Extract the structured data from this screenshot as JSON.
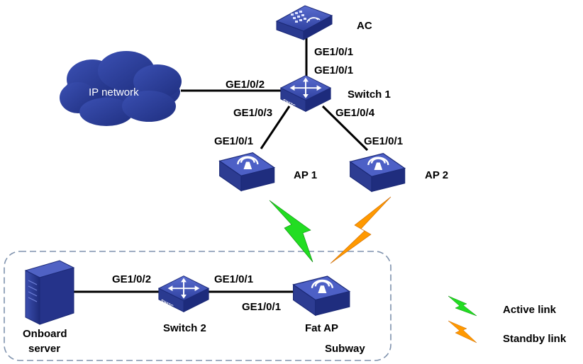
{
  "devices": {
    "ac": "AC",
    "switch1": "Switch 1",
    "switch2": "Switch 2",
    "ap1": "AP 1",
    "ap2": "AP 2",
    "fat_ap": "Fat AP",
    "onboard_server_line1": "Onboard",
    "onboard_server_line2": "server",
    "ip_network": "IP network",
    "switch_icon_text": "SWITC"
  },
  "ports": {
    "ac_port": "GE1/0/1",
    "sw1_to_ac": "GE1/0/1",
    "sw1_to_ip": "GE1/0/2",
    "sw1_to_ap1": "GE1/0/3",
    "sw1_to_ap2": "GE1/0/4",
    "ap1_port": "GE1/0/1",
    "ap2_port": "GE1/0/1",
    "sw2_to_server": "GE1/0/2",
    "sw2_to_fatap": "GE1/0/1",
    "fatap_port": "GE1/0/1"
  },
  "group": {
    "label": "Subway"
  },
  "legend": {
    "active": "Active link",
    "standby": "Standby link"
  },
  "colors": {
    "device": "#2f3f9a",
    "device_top": "#4a5cc0",
    "cloud": "#2e419b",
    "active_link": "#22dd22",
    "standby_link": "#ff9900",
    "group_border": "#7f92ad"
  }
}
